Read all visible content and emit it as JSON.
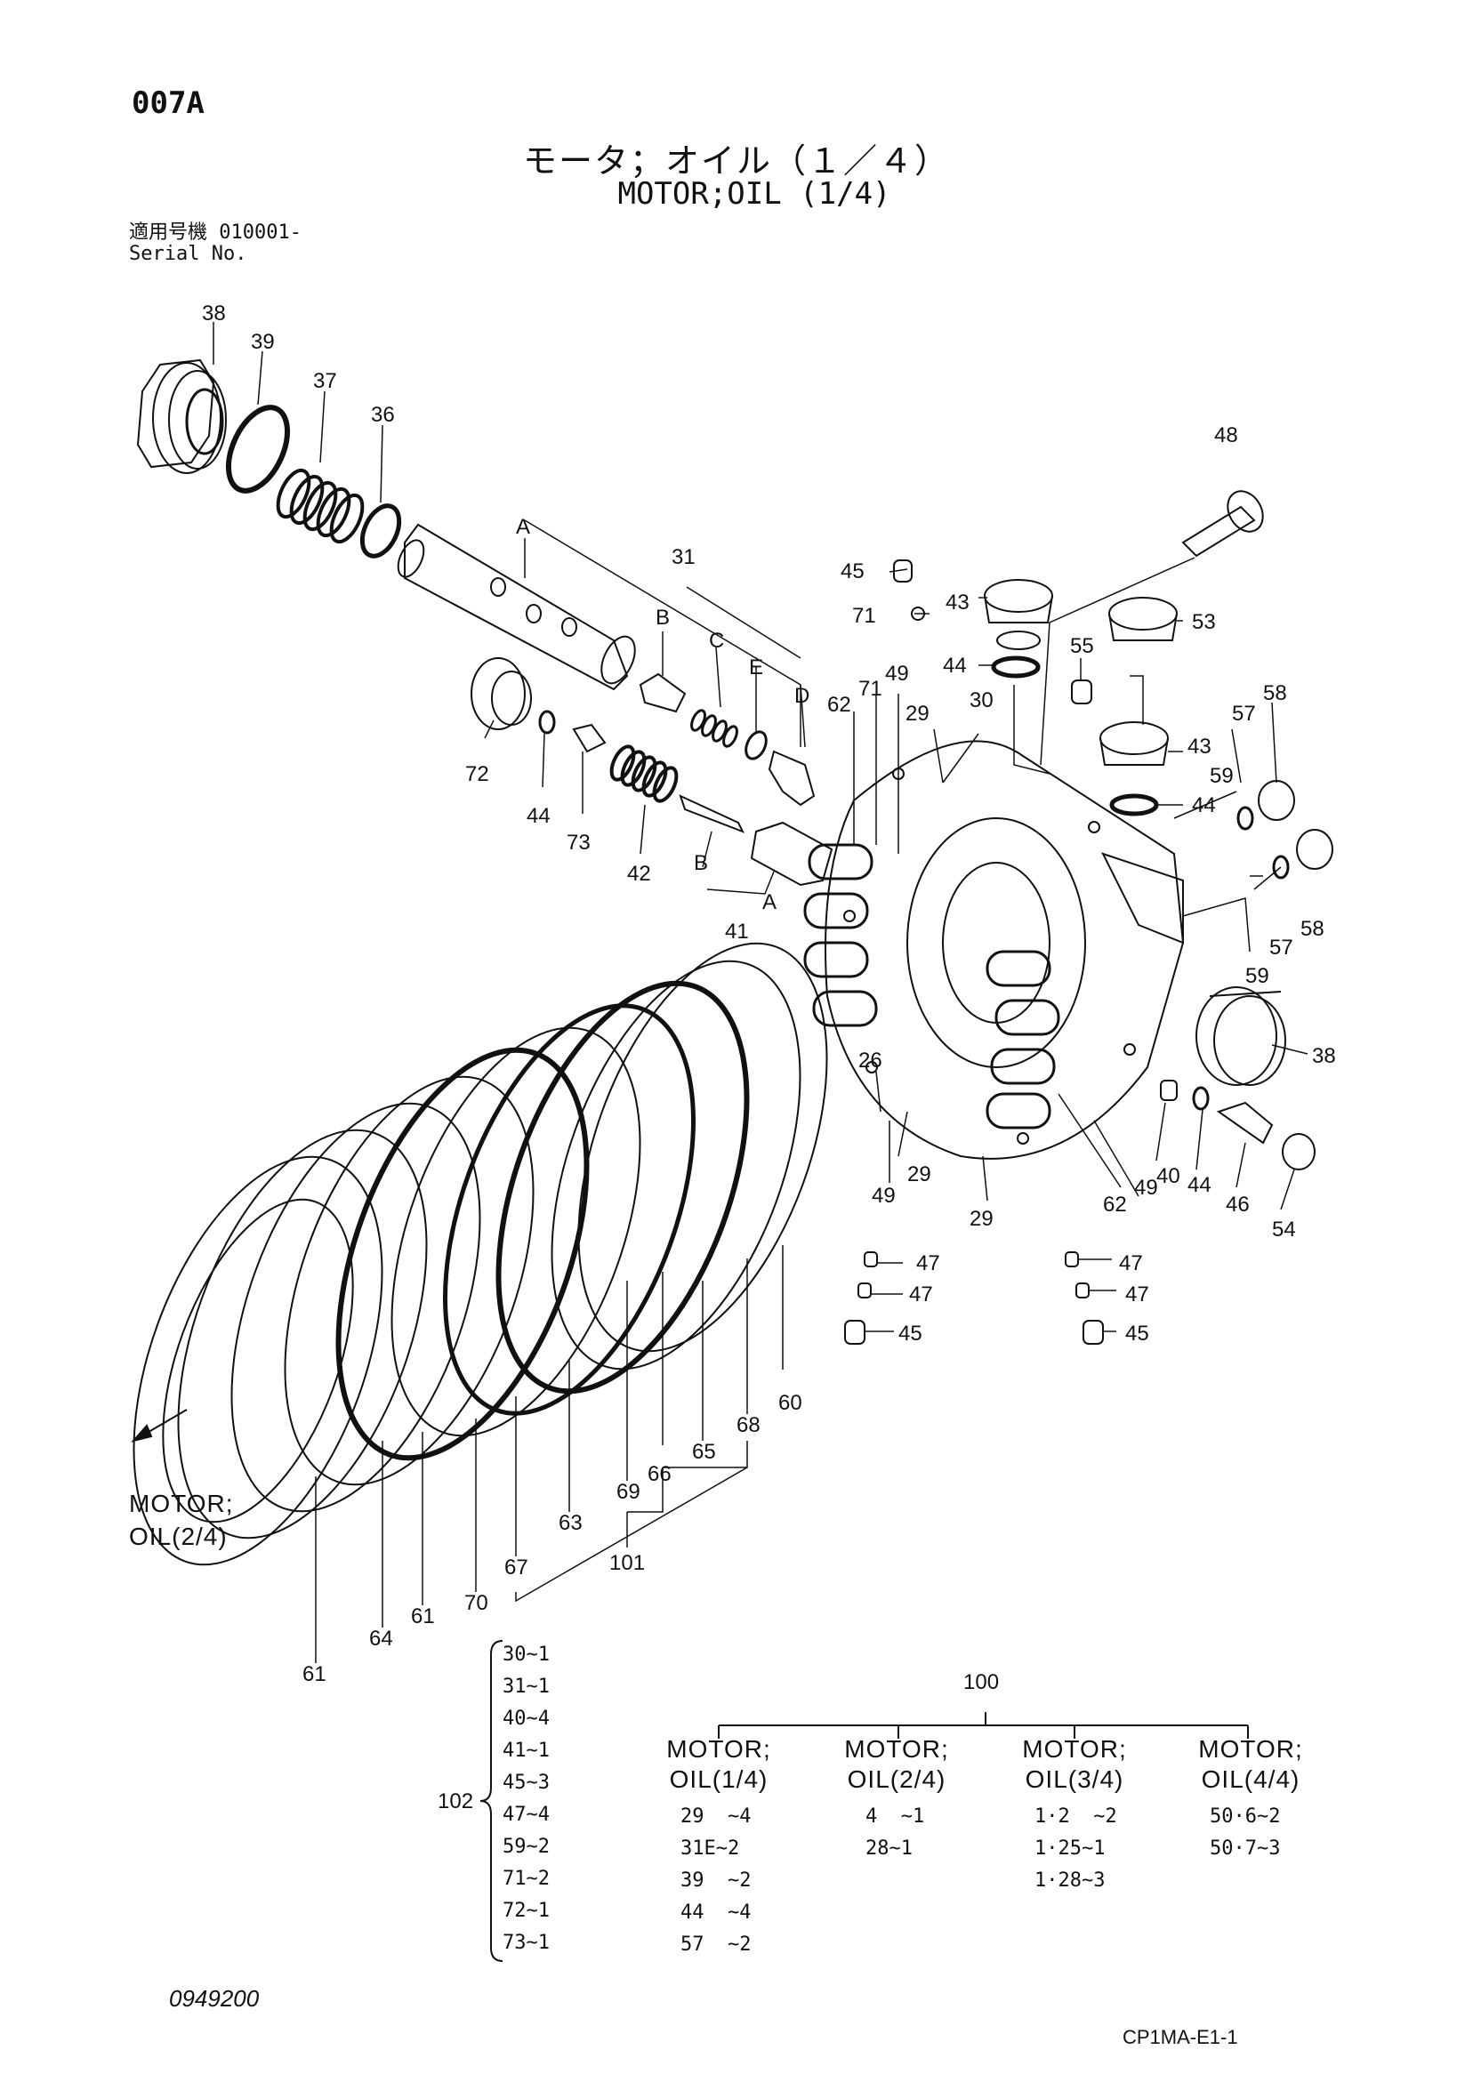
{
  "page_code": "007A",
  "title_ja": "モータ；オイル（１／４）",
  "title_en": "MOTOR;OIL (1/4)",
  "serial_label_ja": "適用号機  010001-",
  "serial_label_en": "Serial No.",
  "callouts": [
    "38",
    "39",
    "37",
    "36",
    "31",
    "A",
    "B",
    "C",
    "E",
    "D",
    "45",
    "71",
    "43",
    "44",
    "48",
    "53",
    "55",
    "30",
    "29",
    "49",
    "71",
    "62",
    "72",
    "44",
    "73",
    "42",
    "B",
    "41",
    "A",
    "58",
    "57",
    "59",
    "43",
    "44",
    "59",
    "57",
    "58",
    "38",
    "26",
    "29",
    "49",
    "40",
    "44",
    "46",
    "54",
    "62",
    "49",
    "29",
    "47",
    "47",
    "45",
    "47",
    "47",
    "45",
    "60",
    "68",
    "65",
    "66",
    "69",
    "101",
    "63",
    "67",
    "70",
    "61",
    "64",
    "61"
  ],
  "side_note": {
    "line1": "MOTOR;",
    "line2": "OIL(2/4)"
  },
  "kit_102": {
    "ref": "102",
    "items": [
      "30~1",
      "31~1",
      "40~4",
      "41~1",
      "45~3",
      "47~4",
      "59~2",
      "71~2",
      "72~1",
      "73~1"
    ]
  },
  "kit_100": {
    "ref": "100",
    "columns": [
      {
        "header1": "MOTOR;",
        "header2": "OIL(1/4)",
        "rows": [
          "29  ~4",
          "31E~2",
          "39  ~2",
          "44  ~4",
          "57  ~2"
        ]
      },
      {
        "header1": "MOTOR;",
        "header2": "OIL(2/4)",
        "rows": [
          "4  ~1",
          "28~1"
        ]
      },
      {
        "header1": "MOTOR;",
        "header2": "OIL(3/4)",
        "rows": [
          "1·2  ~2",
          "1·25~1",
          "1·28~3"
        ]
      },
      {
        "header1": "MOTOR;",
        "header2": "OIL(4/4)",
        "rows": [
          "50·6~2",
          "50·7~3"
        ]
      }
    ]
  },
  "doc_number": "0949200",
  "sheet_ref": "CP1MA-E1-1"
}
